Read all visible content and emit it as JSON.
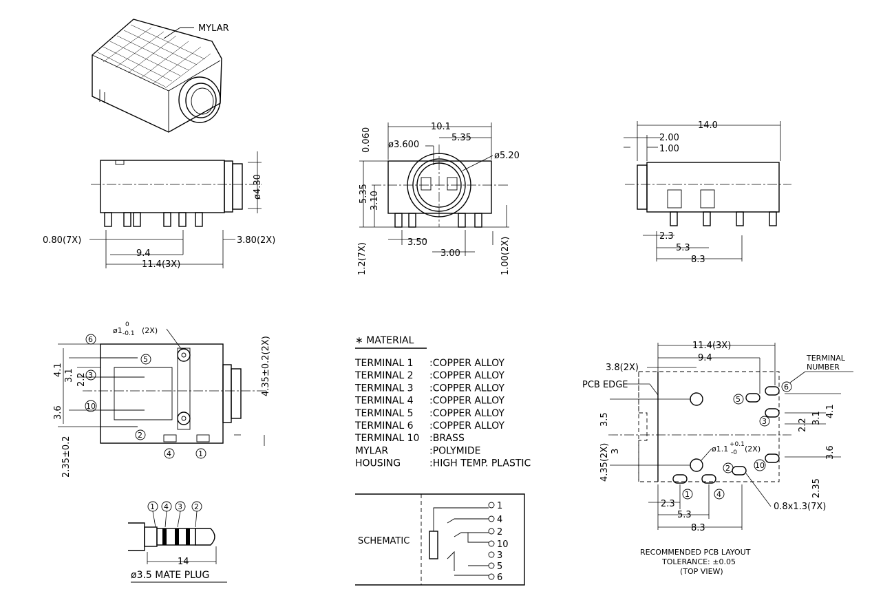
{
  "iso_view": {
    "mylar_label": "MYLAR"
  },
  "side_view": {
    "dim_diameter": "ø4.30",
    "dim_pin_width": "0.80(7X)",
    "dim_pitch": "9.4",
    "dim_overall": "11.4(3X)",
    "dim_right": "3.80(2X)"
  },
  "front_view": {
    "dim_width": "10.1",
    "dim_offset": "5.35",
    "dim_top": "0.060",
    "dim_inner_dia": "ø3.600",
    "dim_outer_dia": "ø5.20",
    "dim_height": "5.35",
    "dim_center": "3.10",
    "dim_pin_len": "1.2(7X)",
    "dim_pin_a": "3.50",
    "dim_pin_b": "3.00",
    "dim_pin_c": "1.00(2X)"
  },
  "end_view": {
    "dim_overall": "14.0",
    "dim_a": "2.00",
    "dim_b": "1.00",
    "dim_c": "2.3",
    "dim_d": "5.3",
    "dim_e": "8.3"
  },
  "top_view": {
    "dim_hole": "ø1",
    "dim_hole_tol_upper": "0",
    "dim_hole_tol_lower": "-0.1",
    "dim_hole_qty": "(2X)",
    "dim_side": "4.35±0.2(2X)",
    "dim_bottom": "2.35±0.2",
    "dim_41": "4.1",
    "dim_31": "3.1",
    "dim_22": "2.2",
    "dim_36": "3.6",
    "terminals": [
      "6",
      "5",
      "3",
      "10",
      "2",
      "4",
      "1"
    ]
  },
  "plug": {
    "terminals": [
      "1",
      "4",
      "3",
      "2"
    ],
    "dim_length": "14",
    "title": "ø3.5 MATE PLUG"
  },
  "material": {
    "title": "∗ MATERIAL",
    "rows": [
      {
        "name": "TERMINAL 1",
        "value": ":COPPER ALLOY"
      },
      {
        "name": "TERMINAL 2",
        "value": ":COPPER ALLOY"
      },
      {
        "name": "TERMINAL 3",
        "value": ":COPPER ALLOY"
      },
      {
        "name": "TERMINAL 4",
        "value": ":COPPER ALLOY"
      },
      {
        "name": "TERMINAL 5",
        "value": ":COPPER ALLOY"
      },
      {
        "name": "TERMINAL 6",
        "value": ":COPPER ALLOY"
      },
      {
        "name": "TERMINAL 10",
        "value": ":BRASS"
      },
      {
        "name": "MYLAR",
        "value": ":POLYMIDE"
      },
      {
        "name": "HOUSING",
        "value": ":HIGH TEMP. PLASTIC"
      }
    ]
  },
  "schematic": {
    "label": "SCHEMATIC",
    "pins": [
      "1",
      "4",
      "2",
      "10",
      "3",
      "5",
      "6"
    ]
  },
  "pcb_layout": {
    "dim_overall": "11.4(3X)",
    "dim_pitch": "9.4",
    "dim_38": "3.8(2X)",
    "pcb_edge": "PCB EDGE",
    "terminal_number_line1": "TERMINAL",
    "terminal_number_line2": "NUMBER",
    "dim_35": "3.5",
    "dim_435": "4.35(2X)",
    "dim_3": "3",
    "dim_hole": "ø1.1",
    "dim_hole_tol_upper": "+0.1",
    "dim_hole_tol_lower": "-0",
    "dim_hole_qty": "(2X)",
    "dim_22": "2.2",
    "dim_31": "3.1",
    "dim_41": "4.1",
    "dim_36": "3.6",
    "dim_235": "2.35",
    "dim_23": "2.3",
    "dim_53": "5.3",
    "dim_83": "8.3",
    "dim_slot": "0.8x1.3(7X)",
    "terminals": [
      "6",
      "5",
      "3",
      "10",
      "2",
      "1",
      "4"
    ],
    "caption_line1": "RECOMMENDED PCB LAYOUT",
    "caption_line2": "TOLERANCE: ±0.05",
    "caption_line3": "(TOP VIEW)"
  }
}
